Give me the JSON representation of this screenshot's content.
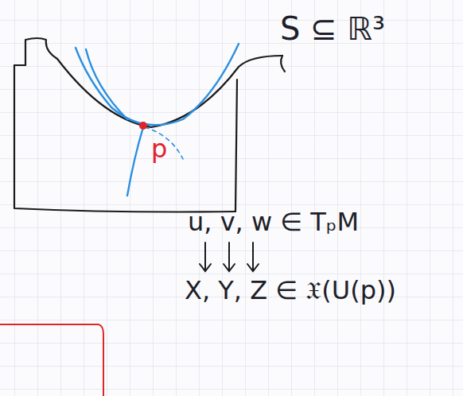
{
  "diagram": {
    "labels": [
      "S ⊆ ℝ³",
      "p",
      "u, v, w ∈ TₚM",
      "X, Y, Z ∈ 𝔛(U(p))"
    ]
  }
}
